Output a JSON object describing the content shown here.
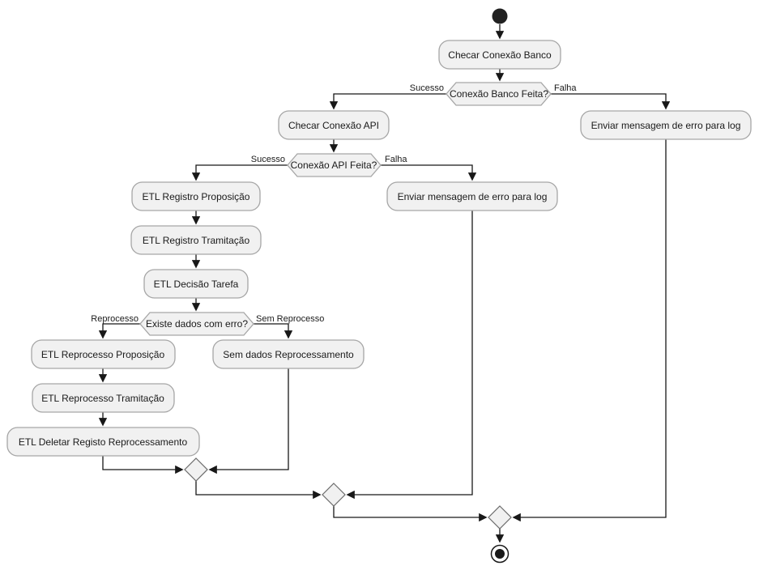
{
  "diagram": {
    "type": "activity-flowchart",
    "background": "#ffffff",
    "colors": {
      "node_fill": "#f1f1f1",
      "node_border": "#a6a6a6",
      "line": "#181818",
      "text": "#1a1a1a"
    },
    "nodes": {
      "start": {
        "type": "initial-node"
      },
      "checar_banco": {
        "label": "Checar Conexão Banco"
      },
      "banco_feita": {
        "label": "Conexão Banco Feita?"
      },
      "checar_api": {
        "label": "Checar Conexão API"
      },
      "erro_log_banco": {
        "label": "Enviar mensagem de erro para log"
      },
      "api_feita": {
        "label": "Conexão API Feita?"
      },
      "erro_log_api": {
        "label": "Enviar mensagem de erro para log"
      },
      "etl_registro_proposicao": {
        "label": "ETL Registro Proposição"
      },
      "etl_registro_tramitacao": {
        "label": "ETL Registro Tramitação"
      },
      "etl_decisao_tarefa": {
        "label": "ETL Decisão Tarefa"
      },
      "existe_dados_erro": {
        "label": "Existe dados com erro?"
      },
      "etl_reprocesso_proposicao": {
        "label": "ETL Reprocesso Proposição"
      },
      "sem_dados_reprocessamento": {
        "label": "Sem dados Reprocessamento"
      },
      "etl_reprocesso_tramitacao": {
        "label": "ETL Reprocesso Tramitação"
      },
      "etl_deletar_registo": {
        "label": "ETL Deletar Registo Reprocessamento"
      },
      "end": {
        "type": "final-node"
      }
    },
    "edge_labels": {
      "banco_sucesso": "Sucesso",
      "banco_falha": "Falha",
      "api_sucesso": "Sucesso",
      "api_falha": "Falha",
      "reprocesso": "Reprocesso",
      "sem_reprocesso": "Sem Reprocesso"
    }
  }
}
